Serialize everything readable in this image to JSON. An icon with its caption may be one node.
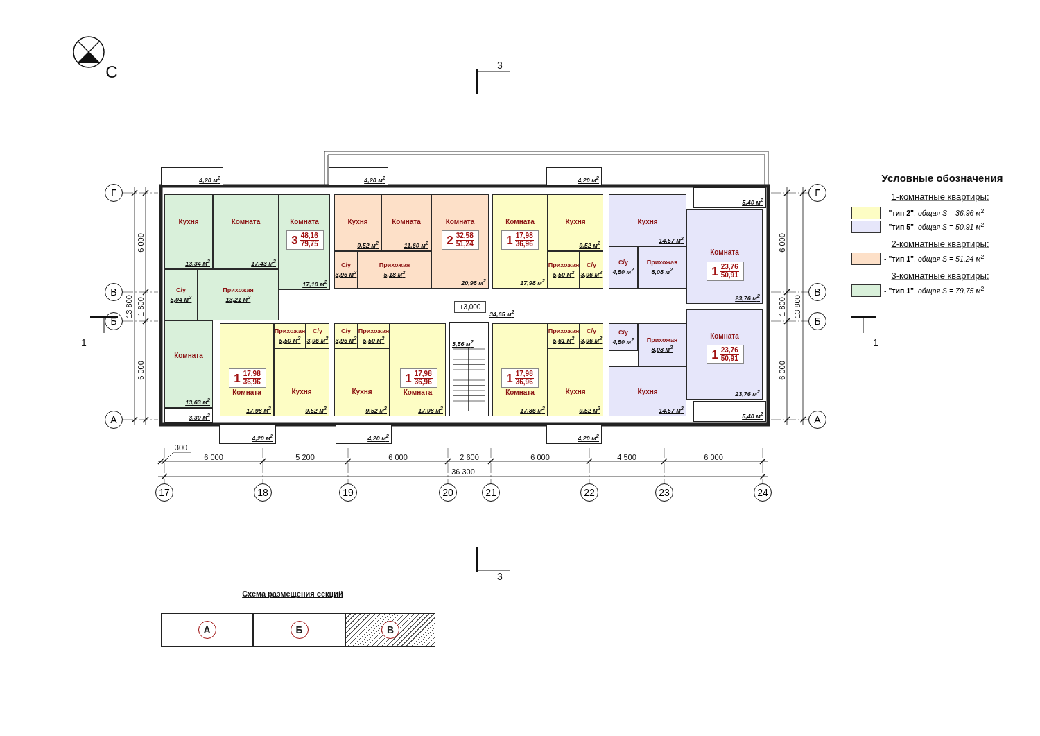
{
  "diagram": {
    "nodes": [
      {
        "text": [
          "Кухня",
          "13,34 м$^{2}$"
        ]
      },
      {
        "text": [
          "Комната",
          "17.43 м$^{2}$"
        ]
      },
      {
        "text": [
          "Комната",
          "17,10 м$^{2}$"
        ]
      },
      {
        "text": [
          "3",
          "48,16",
          "79,75"
        ],
        "in": 2
      },
      {
        "text": [
          "С/у",
          "5,04 м$^{2}$"
        ]
      },
      {
        "text": [
          "Прихожая",
          "13,21 м$^{2}$"
        ]
      },
      {
        "text": [
          "Комната",
          "13,63 м$^{2}$"
        ]
      },
      {
        "text": [
          "4,20 м$^{2}$"
        ]
      },
      {
        "text": [
          "3,30 м$^{2}$"
        ]
      },
      {
        "text": [
          "Кухня",
          "9,52 м$^{2}$"
        ]
      },
      {
        "text": [
          "Комната",
          "11,60 м$^{2}$"
        ]
      },
      {
        "text": [
          "Комната",
          "20,98 м$^{2}$"
        ]
      },
      {
        "text": [
          "2",
          "32,58",
          "51,24"
        ],
        "in": 11
      },
      {
        "text": [
          "С/у",
          "3,96 м$^{2}$"
        ]
      },
      {
        "text": [
          "Прихожая",
          "5,18 м$^{2}$"
        ]
      },
      {
        "text": [
          "4,20 м$^{2}$"
        ]
      },
      {
        "text": [
          "Комната",
          "17,98 м$^{2}$"
        ]
      },
      {
        "text": [
          "1",
          "17,98",
          "36,96"
        ],
        "in": 16
      },
      {
        "text": [
          "Кухня",
          "9,52 м$^{2}$"
        ]
      },
      {
        "text": [
          "Прихожая",
          "5,50 м$^{2}$"
        ]
      },
      {
        "text": [
          "С/у",
          "3,96 м$^{2}$"
        ]
      },
      {
        "text": [
          "4,20 м$^{2}$"
        ]
      },
      {
        "text": [
          "Кухня",
          "14,57 м$^{2}$"
        ]
      },
      {
        "text": [
          "С/у",
          "4,50 м$^{2}$"
        ]
      },
      {
        "text": [
          "Прихожая",
          "8,08 м$^{2}$"
        ]
      },
      {
        "text": [
          "Комната",
          "23,76 м$^{2}$"
        ]
      },
      {
        "text": [
          "1",
          "23,76",
          "50,91"
        ],
        "in": 25
      },
      {
        "text": [
          "5,40 м$^{2}$"
        ]
      },
      {
        "text": [
          "34,65 м$^{2}$"
        ]
      },
      {
        "text": [
          "+3,000"
        ],
        "in": 28
      },
      {
        "text": [
          "3,56 м$^{2}$"
        ]
      },
      {
        "text": [
          "Прихожая",
          "5,50 м$^{2}$"
        ]
      },
      {
        "text": [
          "С/у",
          "3,96 м$^{2}$"
        ]
      },
      {
        "text": [
          "Комната",
          "17,98 м$^{2}$"
        ]
      },
      {
        "text": [
          "1",
          "17,98",
          "36,96"
        ],
        "in": 33
      },
      {
        "text": [
          "Кухня",
          "9,52 м$^{2}$"
        ]
      },
      {
        "text": [
          "4,20 м$^{2}$"
        ]
      },
      {
        "text": [
          "С/у",
          "3,96 м$^{2}$"
        ]
      },
      {
        "text": [
          "Прихожая",
          "5,50 м$^{2}$"
        ]
      },
      {
        "text": [
          "Кухня",
          "9,52 м$^{2}$"
        ]
      },
      {
        "text": [
          "Комната",
          "17,98 м$^{2}$"
        ]
      },
      {
        "text": [
          "1",
          "17,98",
          "36,96"
        ],
        "in": 40
      },
      {
        "text": [
          "4,20 м$^{2}$"
        ]
      },
      {
        "text": [
          "Прихожая",
          "5,61 м$^{2}$"
        ]
      },
      {
        "text": [
          "С/у",
          "3,96 м$^{2}$"
        ]
      },
      {
        "text": [
          "Комната",
          "17,86 м$^{2}$"
        ]
      },
      {
        "text": [
          "1",
          "17,98",
          "36,96"
        ],
        "in": 45
      },
      {
        "text": [
          "Кухня",
          "9,52 м$^{2}$"
        ]
      },
      {
        "text": [
          "4,20 м$^{2}$"
        ]
      },
      {
        "text": [
          "С/у",
          "4,50 м$^{2}$"
        ]
      },
      {
        "text": [
          "Прихожая",
          "8,08 м$^{2}$"
        ]
      },
      {
        "text": [
          "Комната",
          "23,76 м$^{2}$"
        ]
      },
      {
        "text": [
          "1",
          "23,76",
          "50,91"
        ],
        "in": 51
      },
      {
        "text": [
          "Кухня",
          "14,57 м$^{2}$"
        ]
      },
      {
        "text": [
          "5,40 м$^{2}$"
        ]
      },
      {
        "text": [
          "Г"
        ]
      },
      {
        "text": [
          "В"
        ]
      },
      {
        "text": [
          "Б"
        ]
      },
      {
        "text": [
          "А"
        ]
      },
      {
        "text": [
          "Г"
        ]
      },
      {
        "text": [
          "В"
        ]
      },
      {
        "text": [
          "Б"
        ]
      },
      {
        "text": [
          "А"
        ]
      },
      {
        "text": [
          "17"
        ]
      },
      {
        "text": [
          "18"
        ]
      },
      {
        "text": [
          "19"
        ]
      },
      {
        "text": [
          "20"
        ]
      },
      {
        "text": [
          "21"
        ]
      },
      {
        "text": [
          "22"
        ]
      },
      {
        "text": [
          "23"
        ]
      },
      {
        "text": [
          "24"
        ]
      },
      {
        "text": [
          "А"
        ]
      },
      {
        "text": [
          "Б"
        ]
      },
      {
        "text": [
          "В"
        ]
      }
    ],
    "labels": [
      "С",
      "3",
      "1",
      "1",
      "3",
      "6 000",
      "1 800",
      "6 000",
      "13 800",
      "6 000",
      "1 800",
      "6 000",
      "13 800",
      "300",
      "6 000",
      "5 200",
      "6 000",
      "2 600",
      "6 000",
      "4 500",
      "6 000",
      "36 300",
      "Условные обозначения",
      "1-комнатные квартиры:",
      "2-комнатные квартиры:",
      "3-комнатные квартиры:",
      "Схема размещения секций"
    ],
    "legend": [
      {
        "text": "- **\"тип 2\"**, *общая S = 36,96 м*$^{2}$",
        "color": "#fdfdc4"
      },
      {
        "text": "- **\"тип 5\"**, *общая S = 50,91 м*$^{2}$",
        "color": "#e6e6fa"
      },
      {
        "text": "- **\"тип 1\"**, *общая S = 51,24 м*$^{2}$",
        "color": "#fde0c8"
      },
      {
        "text": "- **\"тип 1\"**, *общая S = 79,75 м*$^{2}$",
        "color": "#d9f0da"
      }
    ]
  }
}
